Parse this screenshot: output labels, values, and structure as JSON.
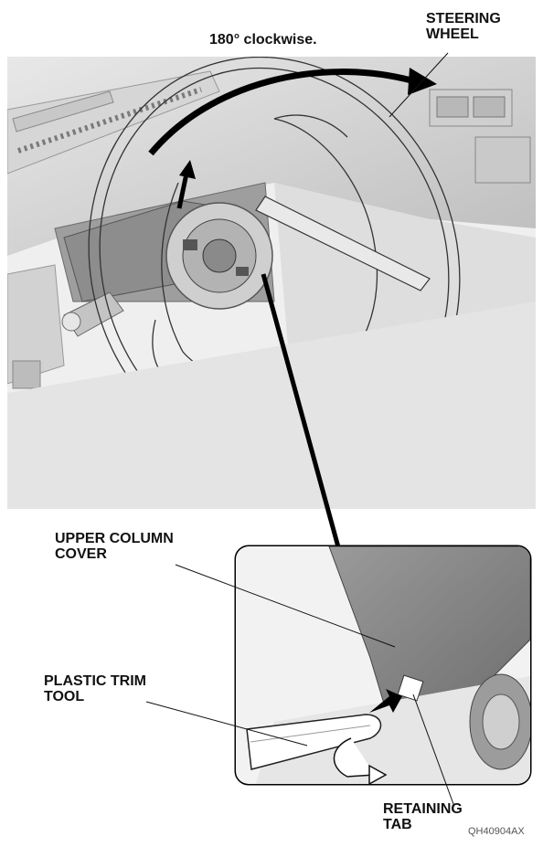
{
  "labels": {
    "rotation": "180° clockwise.",
    "steering_wheel_1": "STEERING",
    "steering_wheel_2": "WHEEL",
    "upper_column_cover_1": "UPPER COLUMN",
    "upper_column_cover_2": "COVER",
    "plastic_trim_tool_1": "PLASTIC TRIM",
    "plastic_trim_tool_2": "TOOL",
    "retaining_tab_1": "RETAINING",
    "retaining_tab_2": "TAB"
  },
  "figure_code": "QH40904AX",
  "colors": {
    "background": "#ffffff",
    "line": "#111111",
    "arrow": "#000000"
  }
}
